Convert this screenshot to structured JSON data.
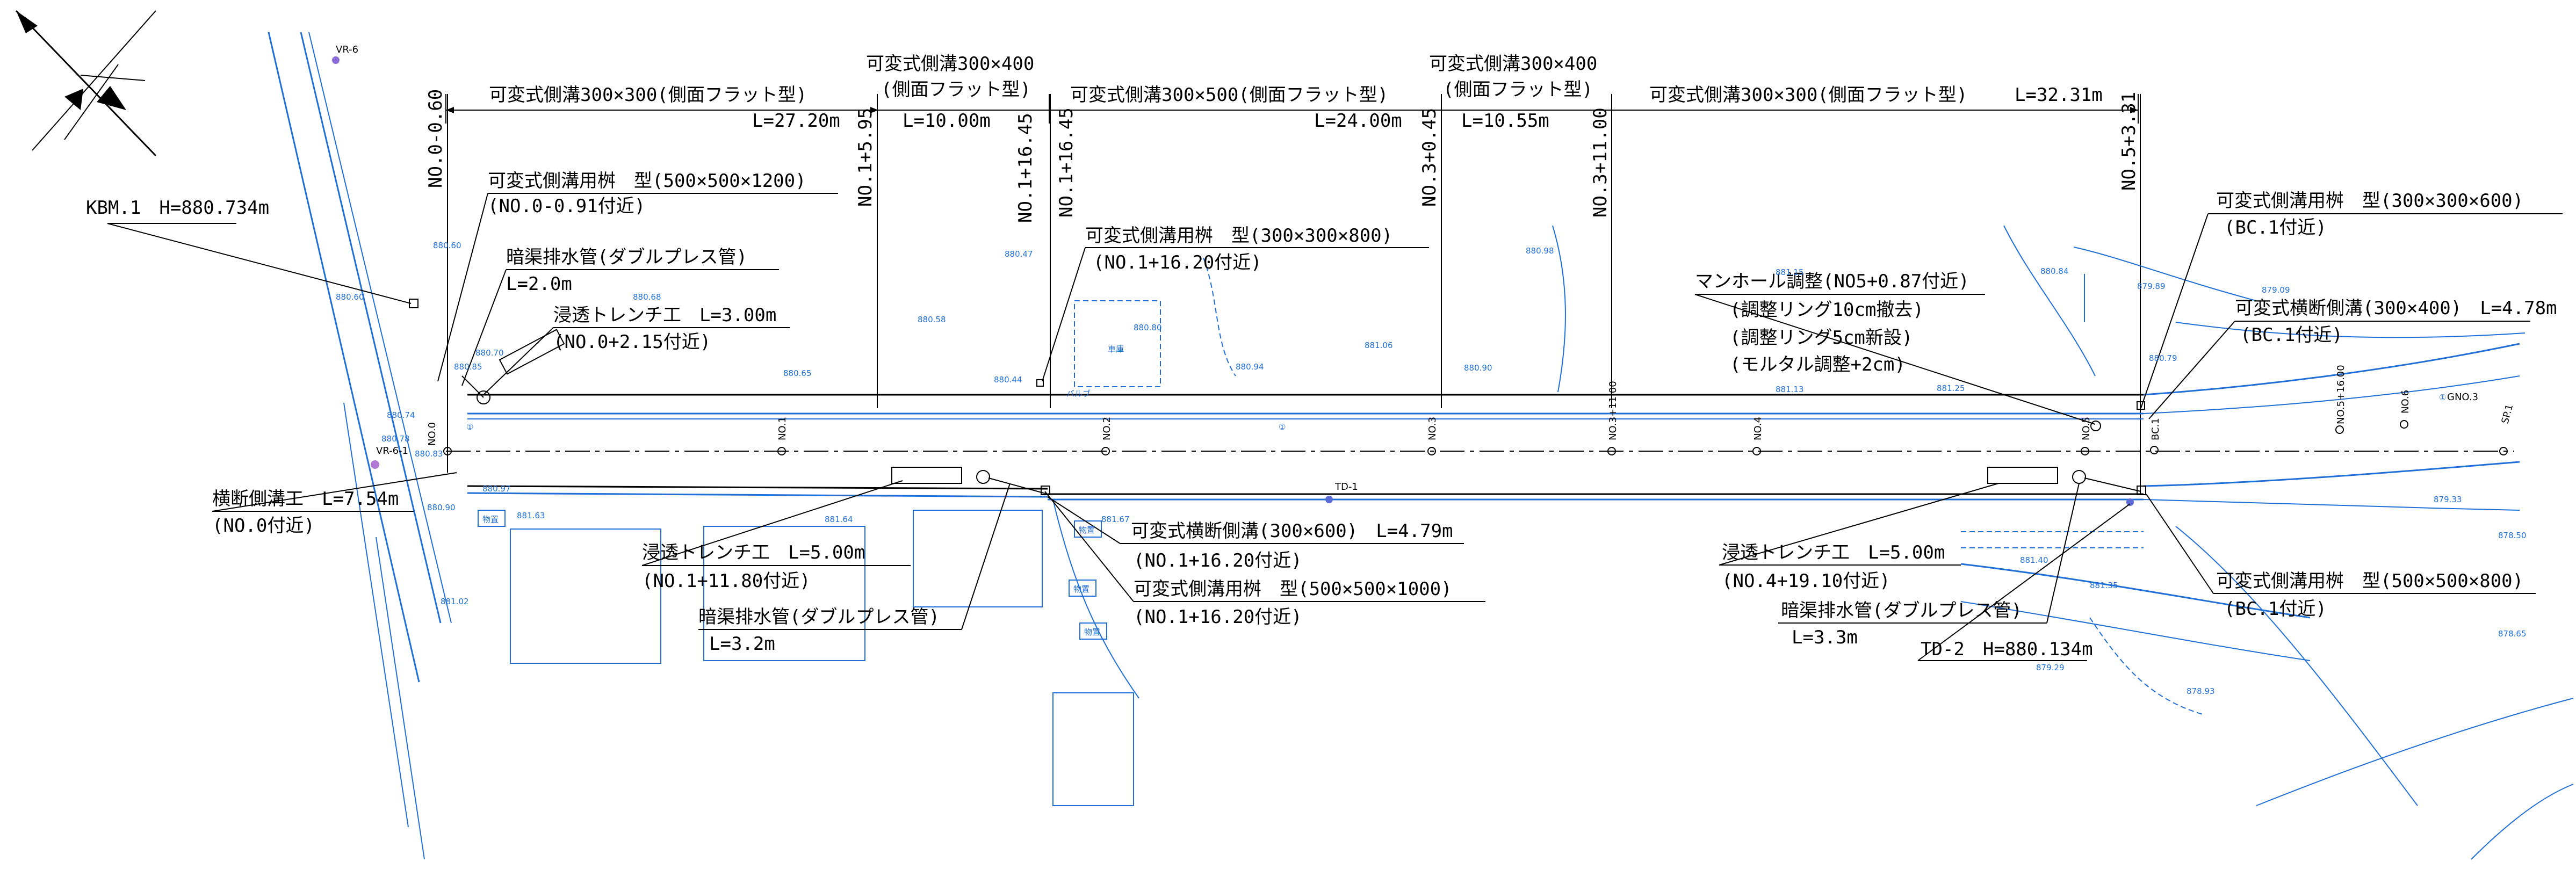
{
  "bm": {
    "kbm": "KBM.1　H=880.734m",
    "td1": "TD-1",
    "td2": "TD-2　H=880.134m",
    "vr6": "VR-6",
    "vr61": "VR-6-1"
  },
  "sections": {
    "s1": {
      "title": "可変式側溝300×300(側面フラット型)",
      "length": "L=27.20m"
    },
    "s2": {
      "title1": "可変式側溝300×400",
      "title2": "(側面フラット型)",
      "length": "L=10.00m"
    },
    "s3": {
      "title": "可変式側溝300×500(側面フラット型)",
      "length": "L=24.00m"
    },
    "s4": {
      "title1": "可変式側溝300×400",
      "title2": "(側面フラット型)",
      "length": "L=10.55m"
    },
    "s5": {
      "title": "可変式側溝300×300(側面フラット型)",
      "length": "L=32.31m"
    }
  },
  "stations": {
    "top": [
      "NO.0-0.60",
      "NO.1+5.95",
      "NO.1+16.45",
      "NO.3+0.45",
      "NO.3+11.00",
      "NO.5+3.31"
    ],
    "cl": [
      "NO.0",
      "NO.1",
      "NO.2",
      "NO.3",
      "NO.3+11.00",
      "NO.4",
      "NO.5",
      "BC.1",
      "NO.5+16.00",
      "NO.6",
      "GNO.3",
      "SP.1"
    ]
  },
  "notes": {
    "n1": {
      "l1": "可変式側溝用桝　型(500×500×1200)",
      "l2": "(NO.0-0.91付近)"
    },
    "n2": {
      "l1": "暗渠排水管(ダブルプレス管)",
      "l2": "L=2.0m"
    },
    "n3": {
      "l1": "浸透トレンチ工　L=3.00m",
      "l2": "(NO.0+2.15付近)"
    },
    "n4": {
      "l1": "可変式側溝用桝　型(300×300×800)",
      "l2": "(NO.1+16.20付近)"
    },
    "n5": {
      "l1": "マンホール調整(NO5+0.87付近)",
      "l2": "(調整リング10cm撤去)",
      "l3": "(調整リング5cm新設)",
      "l4": "(モルタル調整+2cm)"
    },
    "n6": {
      "l1": "可変式側溝用桝　型(300×300×600)",
      "l2": "(BC.1付近)"
    },
    "n7": {
      "l1": "可変式横断側溝(300×400)　L=4.78m",
      "l2": "(BC.1付近)"
    },
    "n8": {
      "l1": "横断側溝工　L=7.54m",
      "l2": "(NO.0付近)"
    },
    "n9": {
      "l1": "浸透トレンチ工　L=5.00m",
      "l2": "(NO.1+11.80付近)"
    },
    "n10": {
      "l1": "暗渠排水管(ダブルプレス管)",
      "l2": "L=3.2m"
    },
    "n11": {
      "l1": "可変式横断側溝(300×600)　L=4.79m",
      "l2": "(NO.1+16.20付近)"
    },
    "n12": {
      "l1": "可変式側溝用桝　型(500×500×1000)",
      "l2": "(NO.1+16.20付近)"
    },
    "n13": {
      "l1": "浸透トレンチ工　L=5.00m",
      "l2": "(NO.4+19.10付近)"
    },
    "n14": {
      "l1": "暗渠排水管(ダブルプレス管)",
      "l2": "L=3.3m"
    },
    "n15": {
      "l1": "可変式側溝用桝　型(500×500×800)",
      "l2": "(BC.1付近)"
    }
  },
  "elev": [
    "880.60",
    "880.60",
    "880.70",
    "880.74",
    "880.78",
    "880.83",
    "880.85",
    "880.90",
    "880.97",
    "881.63",
    "881.64",
    "881.02",
    "880.68",
    "880.58",
    "880.65",
    "880.47",
    "880.44",
    "880.80",
    "880.94",
    "881.06",
    "880.90",
    "880.98",
    "881.15",
    "881.13",
    "881.25",
    "880.84",
    "879.89",
    "879.09",
    "880.79",
    "879.33",
    "878.50",
    "881.40",
    "881.35",
    "879.29",
    "878.93",
    "878.65",
    "881.67"
  ],
  "misc": {
    "valve": "バルブ",
    "building": "物置",
    "bldg2": "車庫",
    "circle1": "①"
  }
}
